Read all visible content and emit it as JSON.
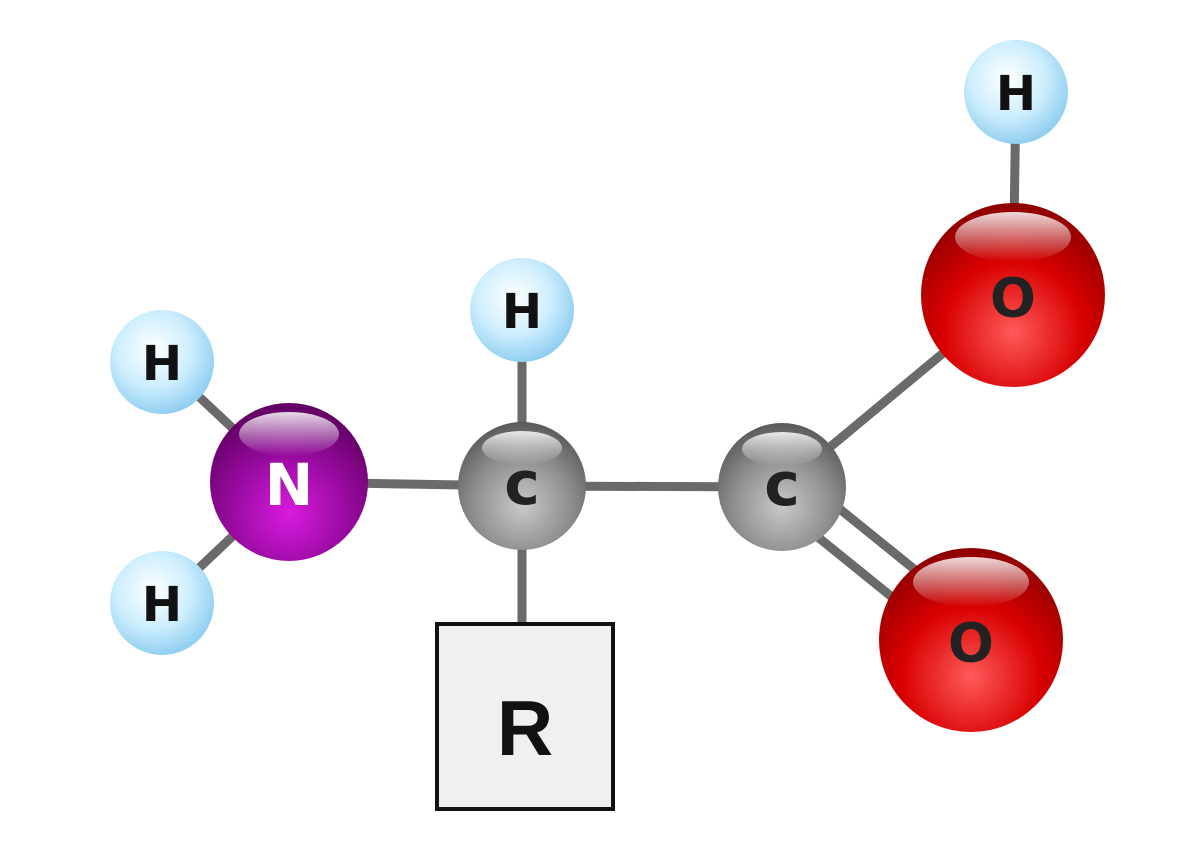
{
  "molecule": {
    "atoms": {
      "h_amine_top": {
        "symbol": "H",
        "element": "hydrogen"
      },
      "h_amine_bottom": {
        "symbol": "H",
        "element": "hydrogen"
      },
      "n": {
        "symbol": "N",
        "element": "nitrogen"
      },
      "h_alpha": {
        "symbol": "H",
        "element": "hydrogen"
      },
      "c_alpha": {
        "symbol": "c",
        "element": "carbon"
      },
      "c_carboxyl": {
        "symbol": "c",
        "element": "carbon"
      },
      "o_hydroxyl": {
        "symbol": "O",
        "element": "oxygen"
      },
      "h_hydroxyl": {
        "symbol": "H",
        "element": "hydrogen"
      },
      "o_carbonyl": {
        "symbol": "O",
        "element": "oxygen"
      }
    },
    "side_chain": {
      "label": "R"
    }
  },
  "colors": {
    "hydrogen": "#bfe6fb",
    "nitrogen": "#8a0a92",
    "carbon": "#8c8c8c",
    "oxygen": "#d10000",
    "bond": "#6a6a6a",
    "side_chain_box": "#f0f0f0",
    "side_chain_border": "#111111"
  }
}
